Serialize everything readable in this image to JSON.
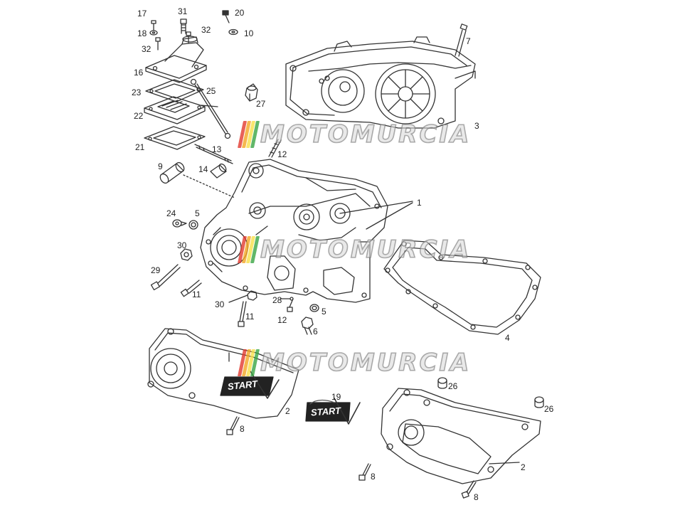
{
  "watermark": {
    "text": "MOTOMURCIA",
    "stripe_colors": [
      "#e23a2e",
      "#f4a623",
      "#f7e04a",
      "#3aa544"
    ]
  },
  "badges": {
    "main": "START"
  },
  "callouts": [
    {
      "id": "17",
      "text": "17"
    },
    {
      "id": "31",
      "text": "31"
    },
    {
      "id": "20",
      "text": "20"
    },
    {
      "id": "18",
      "text": "18"
    },
    {
      "id": "32a",
      "text": "32"
    },
    {
      "id": "10",
      "text": "10"
    },
    {
      "id": "32b",
      "text": "32"
    },
    {
      "id": "7",
      "text": "7"
    },
    {
      "id": "16",
      "text": "16"
    },
    {
      "id": "25",
      "text": "25"
    },
    {
      "id": "23",
      "text": "23"
    },
    {
      "id": "27",
      "text": "27"
    },
    {
      "id": "22",
      "text": "22"
    },
    {
      "id": "3",
      "text": "3"
    },
    {
      "id": "21",
      "text": "21"
    },
    {
      "id": "13",
      "text": "13"
    },
    {
      "id": "12a",
      "text": "12"
    },
    {
      "id": "9",
      "text": "9"
    },
    {
      "id": "14",
      "text": "14"
    },
    {
      "id": "1",
      "text": "1"
    },
    {
      "id": "24",
      "text": "24"
    },
    {
      "id": "5a",
      "text": "5"
    },
    {
      "id": "30a",
      "text": "30"
    },
    {
      "id": "29",
      "text": "29"
    },
    {
      "id": "11a",
      "text": "11"
    },
    {
      "id": "28",
      "text": "28"
    },
    {
      "id": "30b",
      "text": "30"
    },
    {
      "id": "5b",
      "text": "5"
    },
    {
      "id": "12b",
      "text": "12"
    },
    {
      "id": "11b",
      "text": "11"
    },
    {
      "id": "6",
      "text": "6"
    },
    {
      "id": "4",
      "text": "4"
    },
    {
      "id": "19",
      "text": "19"
    },
    {
      "id": "26a",
      "text": "26"
    },
    {
      "id": "2a",
      "text": "2"
    },
    {
      "id": "26b",
      "text": "26"
    },
    {
      "id": "8a",
      "text": "8"
    },
    {
      "id": "2b",
      "text": "2"
    },
    {
      "id": "8b",
      "text": "8"
    },
    {
      "id": "8c",
      "text": "8"
    }
  ]
}
